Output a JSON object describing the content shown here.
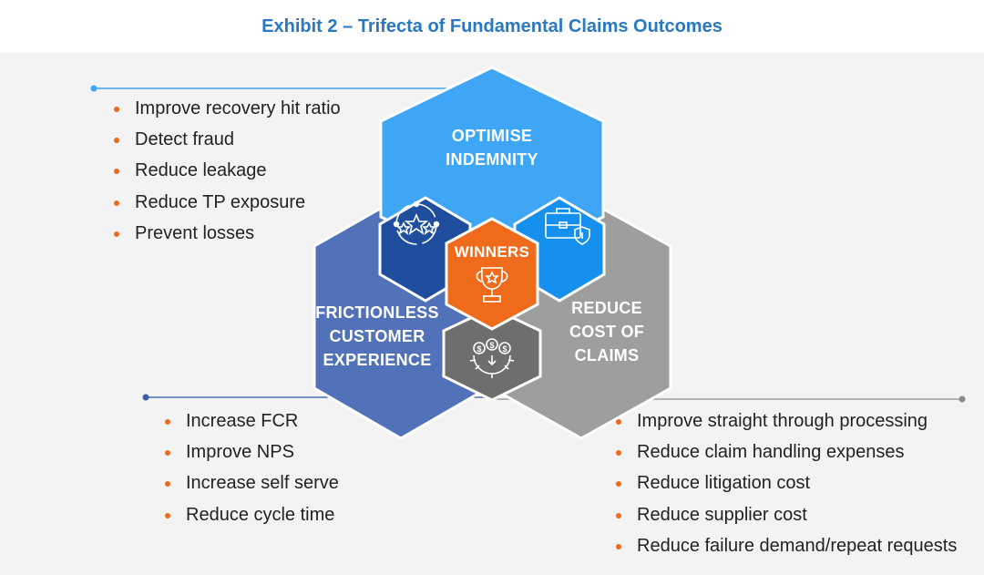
{
  "title": "Exhibit 2 – Trifecta of Fundamental Claims Outcomes",
  "colors": {
    "indemnity": "#3ea6f5",
    "customer": "#5172b8",
    "cost": "#9e9e9e",
    "winners": "#ef6b1b",
    "overlap_indemnity_customer": "#1f4e9e",
    "overlap_indemnity_cost": "#1590ee",
    "overlap_customer_cost": "#6e6e6e",
    "bullet": "#ee6a1d",
    "title": "#2a78c2"
  },
  "hexagons": {
    "indemnity": {
      "line1": "OPTIMISE",
      "line2": "INDEMNITY"
    },
    "customer": {
      "line1": "FRICTIONLESS",
      "line2": "CUSTOMER",
      "line3": "EXPERIENCE"
    },
    "cost": {
      "line1": "REDUCE",
      "line2": "COST OF",
      "line3": "CLAIMS"
    },
    "winners": {
      "label": "WINNERS"
    }
  },
  "icons": {
    "indemnity_customer": "stars-in-circle-icon",
    "indemnity_cost": "briefcase-shield-icon",
    "customer_cost": "gear-coins-icon",
    "winners": "trophy-icon"
  },
  "lists": {
    "indemnity": [
      "Improve recovery hit ratio",
      "Detect fraud",
      "Reduce leakage",
      "Reduce TP exposure",
      "Prevent losses"
    ],
    "customer": [
      "Increase FCR",
      "Improve NPS",
      "Increase self serve",
      "Reduce cycle time"
    ],
    "cost": [
      "Improve straight through processing",
      "Reduce claim handling expenses",
      "Reduce litigation cost",
      "Reduce supplier cost",
      "Reduce failure demand/repeat requests"
    ]
  }
}
